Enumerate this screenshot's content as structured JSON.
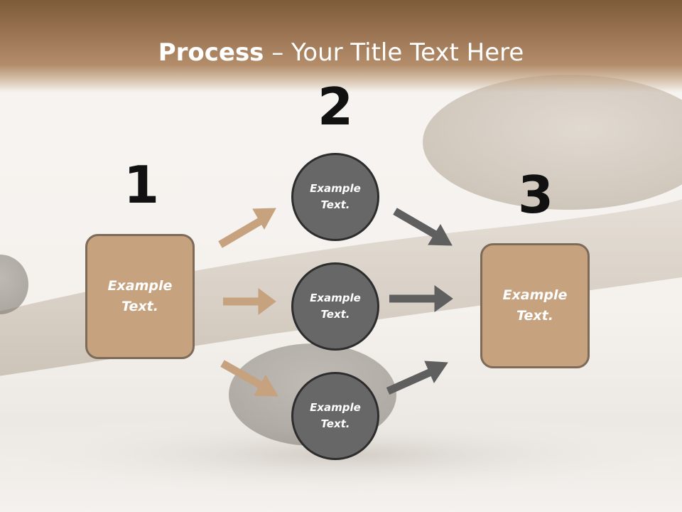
{
  "slide": {
    "title_bold": "Process",
    "title_rest": " – Your Title Text Here"
  },
  "steps": {
    "step1_number": "1",
    "step2_number": "2",
    "step3_number": "3"
  },
  "boxes": {
    "left_text": "Example Text.",
    "right_text": "Example Text."
  },
  "circles": [
    {
      "text": "Example Text."
    },
    {
      "text": "Example Text."
    },
    {
      "text": "Example Text."
    }
  ],
  "colors": {
    "header_brown": "#9a7452",
    "box_fill": "#c6a27f",
    "box_border": "#7d6a58",
    "circle_fill": "#676767",
    "circle_border": "#2d2d2d",
    "arrow_tan": "#c6a27f",
    "arrow_gray": "#5f5f5f"
  }
}
